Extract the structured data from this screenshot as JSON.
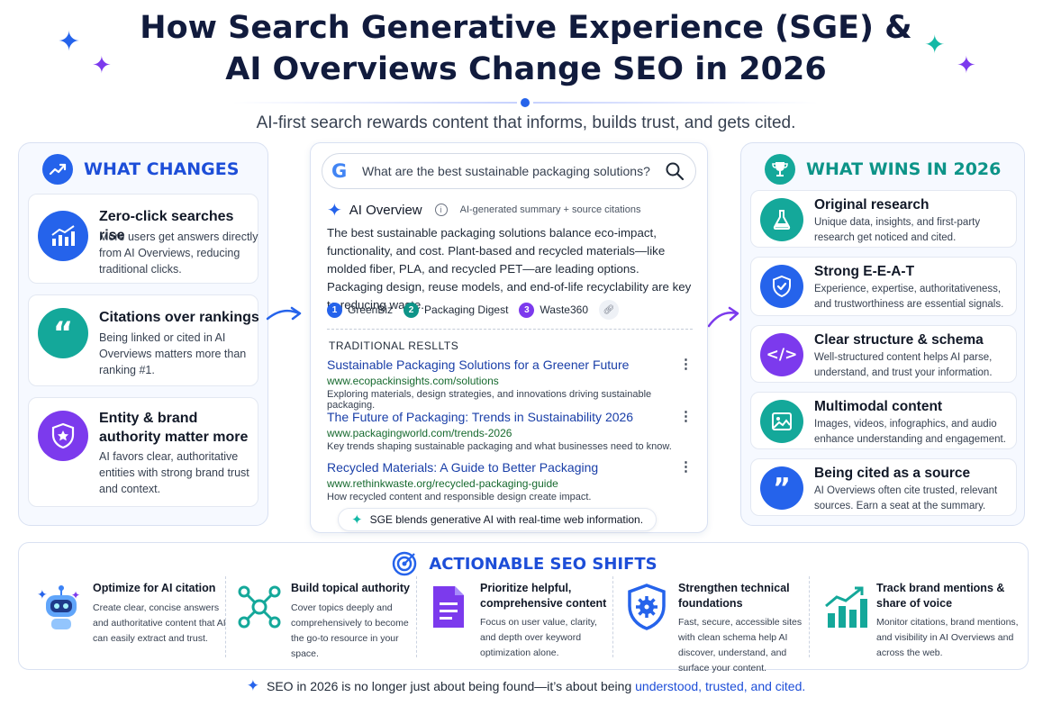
{
  "header": {
    "title_line1": "How Search Generative Experience (SGE) &",
    "title_line2": "AI Overviews Change SEO in 2026",
    "subtitle": "AI-first search rewards content that informs, builds trust, and gets cited."
  },
  "left_panel": {
    "title": "WHAT CHANGES",
    "cards": [
      {
        "title": "Zero-click searches rise",
        "desc": "More users get answers directly from AI Overviews, reducing traditional clicks."
      },
      {
        "title": "Citations over rankings",
        "desc": "Being linked or cited in AI Overviews matters more than ranking #1."
      },
      {
        "title": "Entity & brand authority matter more",
        "desc": "AI favors clear, authoritative entities with strong brand trust and context."
      }
    ]
  },
  "search": {
    "query": "What are the best sustainable packaging solutions?",
    "ai_overview_label": "AI Overview",
    "ai_overview_note": "AI-generated summary + source citations",
    "ai_overview_text": "The best sustainable packaging solutions balance eco-impact, functionality, and cost. Plant-based and recycled materials—like molded fiber, PLA, and recycled PET—are leading options. Packaging design, reuse models, and end-of-life recyclability are key to reducing waste.",
    "sources": [
      {
        "num": "1",
        "name": "GreenBiz",
        "color": "#2563eb"
      },
      {
        "num": "2",
        "name": "Packaging Digest",
        "color": "#0d9488"
      },
      {
        "num": "3",
        "name": "Waste360",
        "color": "#7c3aed"
      }
    ],
    "traditional_label": "TRADITIONAL RESLLTS",
    "results": [
      {
        "title": "Sustainable Packaging Solutions for a Greener Future",
        "url": "www.ecopackinsights.com/solutions",
        "desc": "Exploring materials, design strategies, and innovations driving sustainable packaging."
      },
      {
        "title": "The Future of Packaging: Trends in Sustainability 2026",
        "url": "www.packagingworld.com/trends-2026",
        "desc": "Key trends shaping sustainable packaging and what businesses need to know."
      },
      {
        "title": "Recycled Materials: A Guide to Better Packaging",
        "url": "www.rethinkwaste.org/recycled-packaging-guide",
        "desc": "How recycled content and responsible design create impact."
      }
    ],
    "footer_note": "SGE blends generative AI with real-time web information."
  },
  "right_panel": {
    "title": "WHAT WINS IN 2026",
    "cards": [
      {
        "title": "Original research",
        "desc": "Unique data, insights, and first-party research get noticed and cited.",
        "color": "#14a89a",
        "icon": "flask-icon"
      },
      {
        "title": "Strong E-E-A-T",
        "desc": "Experience, expertise, authoritativeness, and trustworthiness are essential signals.",
        "color": "#2563eb",
        "icon": "shield-check-icon"
      },
      {
        "title": "Clear structure & schema",
        "desc": "Well-structured content helps AI parse, understand, and trust your information.",
        "color": "#7c3aed",
        "icon": "code-icon"
      },
      {
        "title": "Multimodal content",
        "desc": "Images, videos, infographics, and audio enhance understanding and engagement.",
        "color": "#14a89a",
        "icon": "image-icon"
      },
      {
        "title": "Being cited as a source",
        "desc": "AI Overviews often cite trusted, relevant sources. Earn a seat at the summary.",
        "color": "#2563eb",
        "icon": "quote-icon"
      }
    ]
  },
  "actions": {
    "title": "ACTIONABLE SEO SHIFTS",
    "items": [
      {
        "title": "Optimize for AI citation",
        "desc": "Create clear, concise answers and authoritative content that AI can easily extract and trust."
      },
      {
        "title": "Build topical authority",
        "desc": "Cover topics deeply and comprehensively to become the go-to resource in your space."
      },
      {
        "title": "Prioritize helpful, comprehensive content",
        "desc": "Focus on user value, clarity, and depth over keyword optimization alone."
      },
      {
        "title": "Strengthen technical foundations",
        "desc": "Fast, secure, accessible sites with clean schema help AI discover, understand, and surface your content."
      },
      {
        "title": "Track brand mentions & share of voice",
        "desc": "Monitor citations, brand mentions, and visibility in AI Overviews and across the web."
      }
    ]
  },
  "footer": {
    "text_before": "SEO in 2026 is no longer just about being found—it’s about being ",
    "highlight": "understood, trusted, and cited."
  },
  "colors": {
    "navy": "#111b3d",
    "blue": "#2563eb",
    "teal": "#14a89a",
    "purple": "#7c3aed",
    "panel_bg": "#f6f9ff"
  }
}
